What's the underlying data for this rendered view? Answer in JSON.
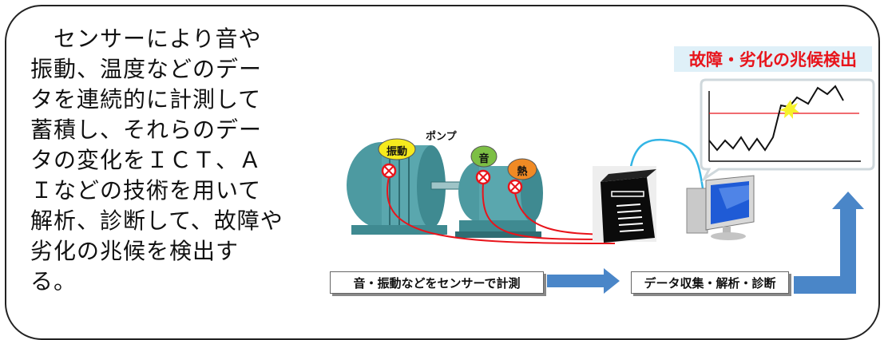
{
  "description": "センサーにより音や振動、温度などのデータを連続的に計測して蓄積し、それらのデータの変化をICT、AIなどの技術を用いて解析、診断して、故障や劣化の兆候を検出する。",
  "description_lines": [
    "　センサーにより音や",
    "振動、温度などのデー",
    "タを連続的に計測して",
    "蓄積し、それらのデー",
    "タの変化をＩＣＴ、Ａ",
    "Ｉなどの技術を用いて",
    "解析、診断して、故障や",
    "劣化の兆候を検出す",
    "る。"
  ],
  "diagram": {
    "pump_label": "ポンプ",
    "sensor_labels": {
      "vibration": "振動",
      "sound": "音",
      "heat": "熱"
    },
    "step1_caption": "音・振動などをセンサーで計測",
    "step2_caption": "データ収集・解析・診断",
    "detection_title": "故障・劣化の兆候検出"
  },
  "colors": {
    "cable": "#e8141b",
    "network_cable": "#33b5e5",
    "arrow": "#4a86c8",
    "pump_body": "#5aa7ae",
    "vibration_bubble": "#f6ea1e",
    "sound_bubble": "#7dbf45",
    "heat_bubble": "#f08a24",
    "threshold_line": "#e8141b"
  }
}
